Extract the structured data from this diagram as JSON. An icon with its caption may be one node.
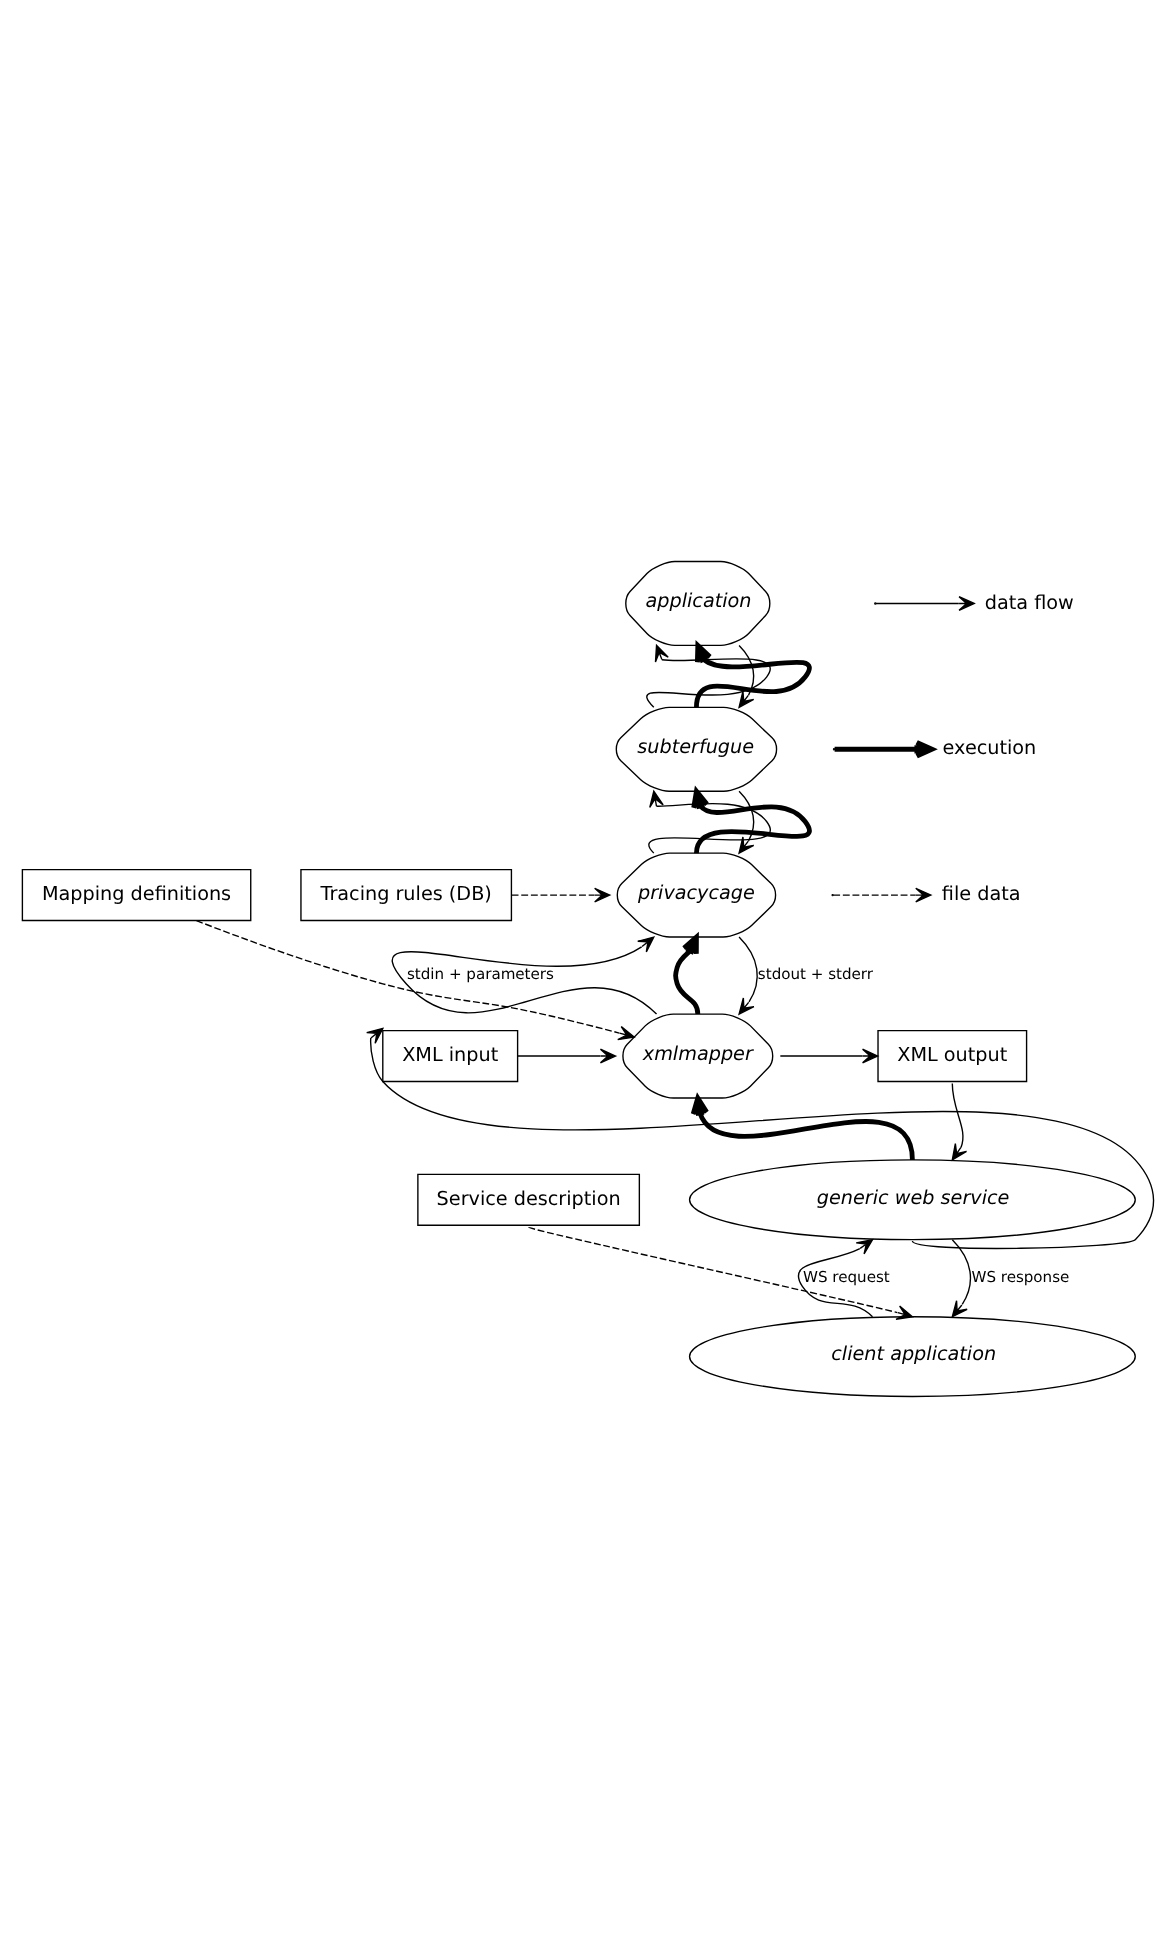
{
  "diagram": {
    "nodes": [
      {
        "text": [
          "application"
        ]
      },
      {
        "text": [
          "subterfugue"
        ]
      },
      {
        "text": [
          "Tracing rules (DB)"
        ]
      },
      {
        "text": [
          "privacycage"
        ]
      },
      {
        "text": [
          "Mapping definitions"
        ]
      },
      {
        "text": [
          "XML input"
        ]
      },
      {
        "text": [
          "xmlmapper"
        ]
      },
      {
        "text": [
          "XML output"
        ]
      },
      {
        "text": [
          "generic web service"
        ]
      },
      {
        "text": [
          "Service description"
        ]
      },
      {
        "text": [
          "client application"
        ]
      }
    ],
    "edges": [
      {
        "from": 1,
        "to": 0,
        "arrow": "to"
      },
      {
        "from": 1,
        "to": 0,
        "arrow": "to",
        "style": "thick"
      },
      {
        "from": 0,
        "to": 1,
        "arrow": "to"
      },
      {
        "from": 3,
        "to": 1,
        "arrow": "to"
      },
      {
        "from": 3,
        "to": 1,
        "arrow": "to",
        "style": "thick"
      },
      {
        "from": 1,
        "to": 3,
        "arrow": "to"
      },
      {
        "from": 2,
        "to": 3,
        "arrow": "to",
        "style": "dashed"
      },
      {
        "from": 6,
        "to": 3,
        "arrow": "to",
        "label": "stdin + parameters"
      },
      {
        "from": 6,
        "to": 3,
        "arrow": "to",
        "style": "thick"
      },
      {
        "from": 3,
        "to": 6,
        "arrow": "to",
        "label": "stdout + stderr"
      },
      {
        "from": 4,
        "to": 6,
        "arrow": "to",
        "style": "dashed"
      },
      {
        "from": 5,
        "to": 6,
        "arrow": "to"
      },
      {
        "from": 6,
        "to": 7,
        "arrow": "to"
      },
      {
        "from": 8,
        "to": 6,
        "arrow": "to",
        "style": "thick"
      },
      {
        "from": 10,
        "to": 8,
        "arrow": "to",
        "label": "WS request"
      },
      {
        "from": 8,
        "to": 5,
        "arrow": "to"
      },
      {
        "from": 7,
        "to": 8,
        "arrow": "to"
      },
      {
        "from": 8,
        "to": 10,
        "arrow": "to",
        "label": "WS response"
      },
      {
        "from": 9,
        "to": 10,
        "arrow": "to",
        "style": "dashed"
      }
    ],
    "legend": [
      {
        "text": "data flow"
      },
      {
        "text": "execution"
      },
      {
        "text": "file data"
      }
    ]
  }
}
